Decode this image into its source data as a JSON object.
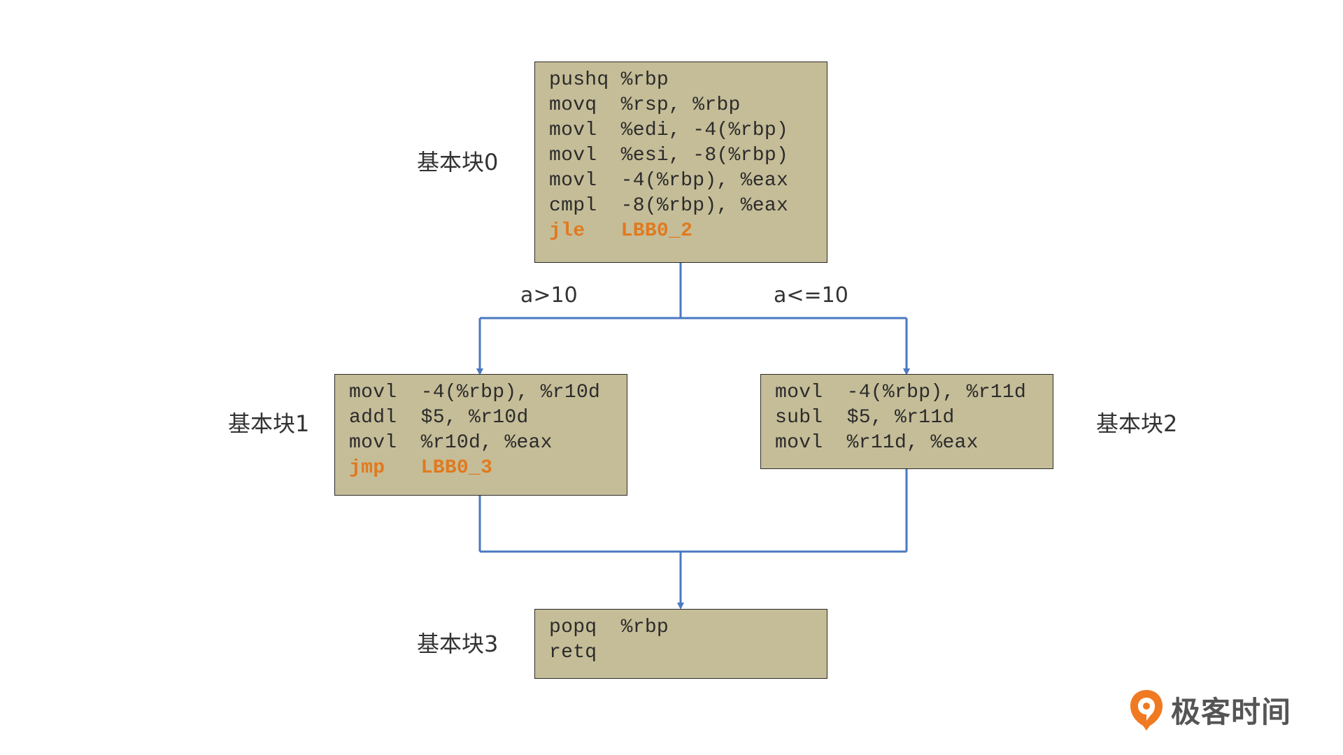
{
  "blocks": {
    "block0": {
      "label": "基本块0",
      "lines": [
        "pushq %rbp",
        "movq  %rsp, %rbp",
        "movl  %edi, -4(%rbp)",
        "movl  %esi, -8(%rbp)",
        "movl  -4(%rbp), %eax",
        "cmpl  -8(%rbp), %eax",
        "jle   LBB0_2"
      ]
    },
    "block1": {
      "label": "基本块1",
      "lines": [
        "movl  -4(%rbp), %r10d",
        "addl  $5, %r10d",
        "movl  %r10d, %eax",
        "jmp   LBB0_3"
      ]
    },
    "block2": {
      "label": "基本块2",
      "lines": [
        "movl  -4(%rbp), %r11d",
        "subl  $5, %r11d",
        "movl  %r11d, %eax"
      ]
    },
    "block3": {
      "label": "基本块3",
      "lines": [
        "popq  %rbp",
        "retq"
      ]
    }
  },
  "edges": {
    "left_condition": "a>10",
    "right_condition": "a<=10"
  },
  "colors": {
    "block_fill": "#c5bd98",
    "block_border": "#2a2a2a",
    "edge": "#4a78c2",
    "branch_instruction": "#e07a1f",
    "text": "#333333"
  },
  "logo": {
    "text": "极客时间",
    "icon": "geektime-logo-icon"
  }
}
